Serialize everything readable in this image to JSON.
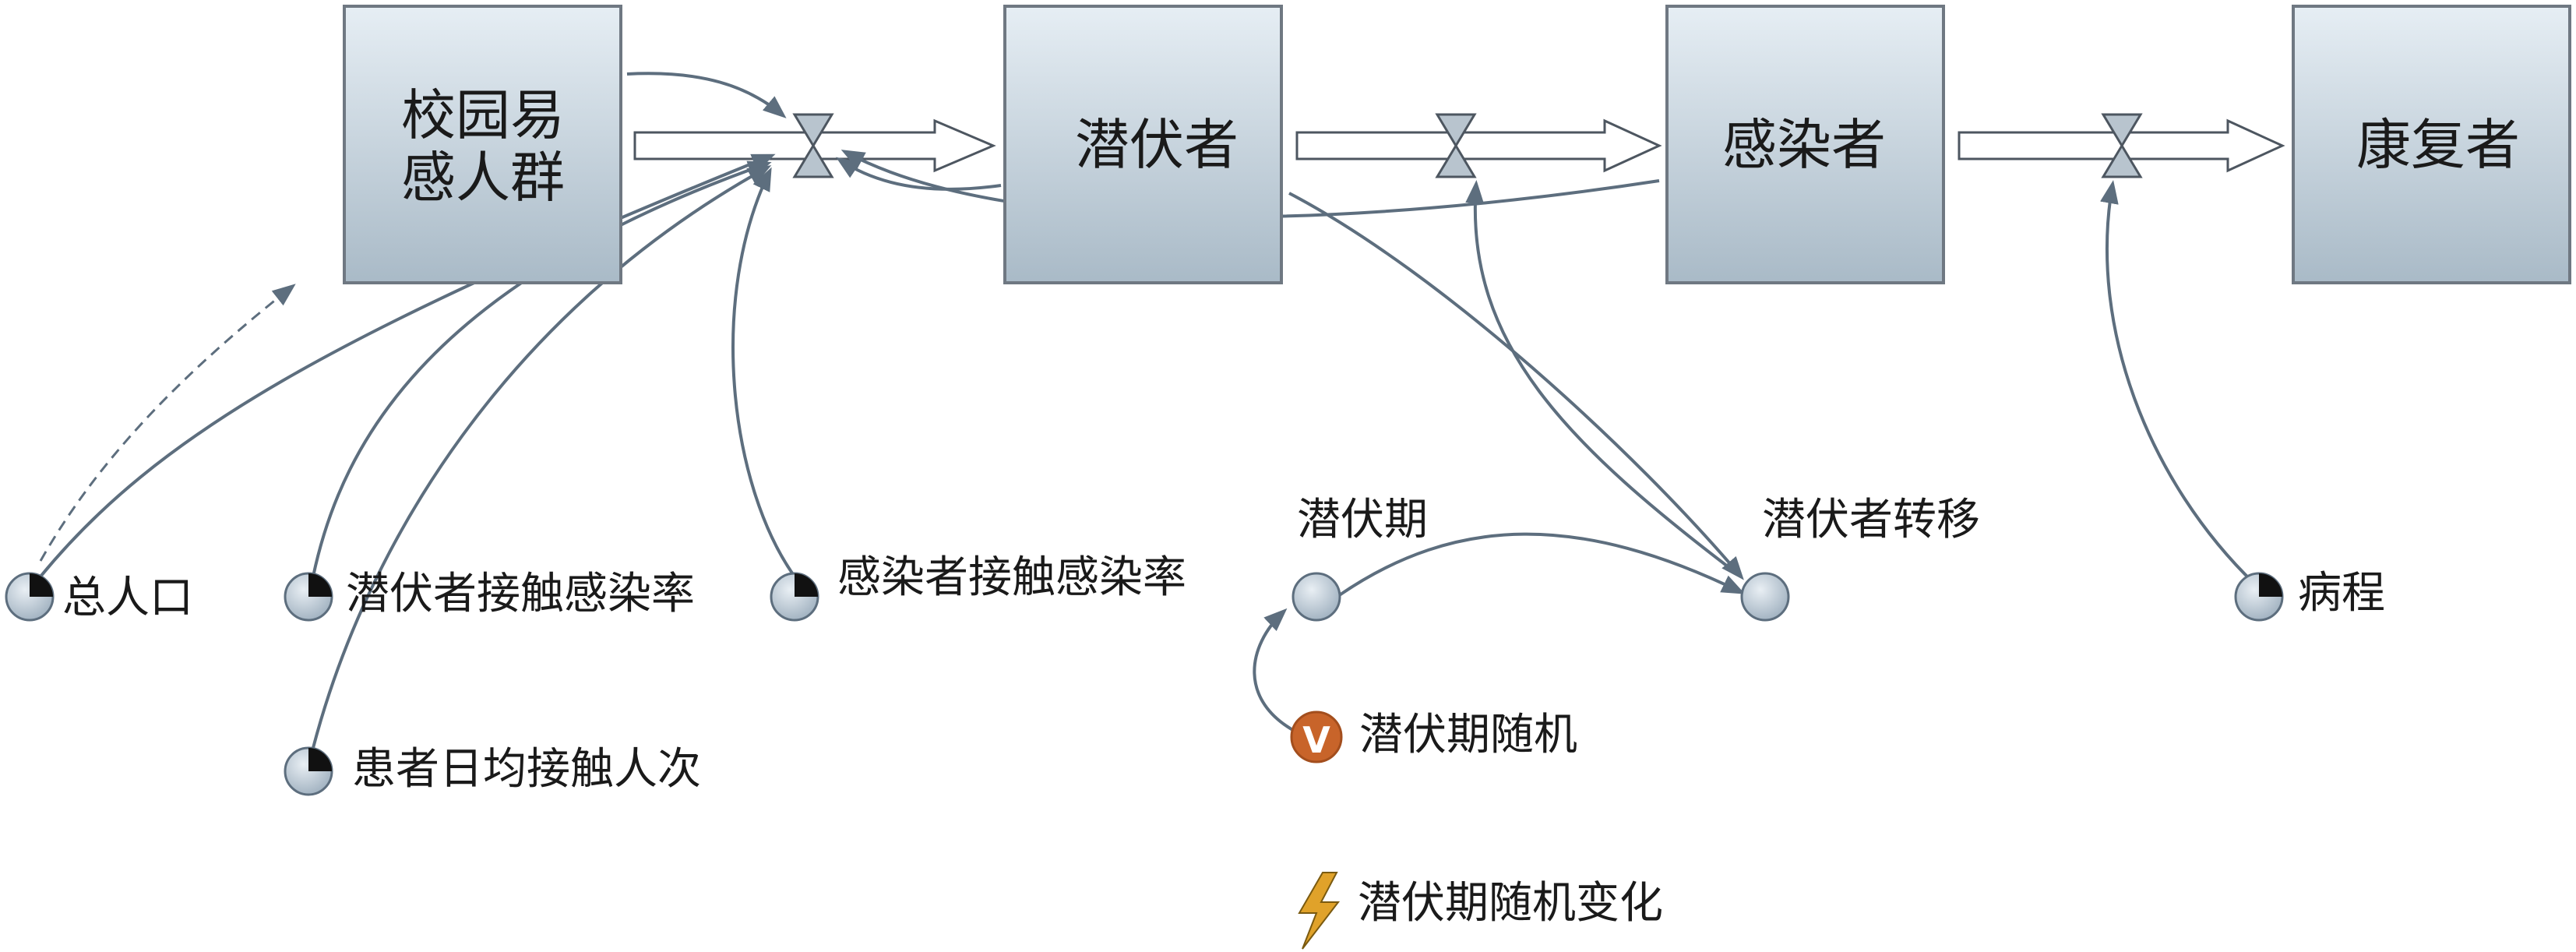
{
  "stocks": [
    {
      "id": "susceptible",
      "lines": [
        "校园易",
        "感人群"
      ]
    },
    {
      "id": "latent",
      "lines": [
        "潜伏者"
      ]
    },
    {
      "id": "infected",
      "lines": [
        "感染者"
      ]
    },
    {
      "id": "recovered",
      "lines": [
        "康复者"
      ]
    }
  ],
  "parameters": [
    {
      "id": "total-population",
      "label": "总人口",
      "kind": "parameter"
    },
    {
      "id": "latent-contact-rate",
      "label": "潜伏者接触感染率",
      "kind": "parameter"
    },
    {
      "id": "infected-contact-rate",
      "label": "感染者接触感染率",
      "kind": "parameter"
    },
    {
      "id": "daily-contacts",
      "label": "患者日均接触人次",
      "kind": "parameter"
    },
    {
      "id": "disease-course",
      "label": "病程",
      "kind": "parameter"
    },
    {
      "id": "latent-period",
      "label": "潜伏期",
      "kind": "variable"
    },
    {
      "id": "latent-transfer",
      "label": "潜伏者转移",
      "kind": "variable"
    },
    {
      "id": "latent-period-random",
      "label": "潜伏期随机",
      "kind": "random-variable",
      "badge": "V"
    },
    {
      "id": "latent-period-random-change",
      "label": "潜伏期随机变化",
      "kind": "event"
    }
  ],
  "colors": {
    "stock_top": "#e6eef4",
    "stock_bottom": "#a9bac7",
    "stock_border": "#6f7882",
    "link": "#5d6e7e",
    "badge": "#c8642a",
    "event": "#e0a22a"
  }
}
